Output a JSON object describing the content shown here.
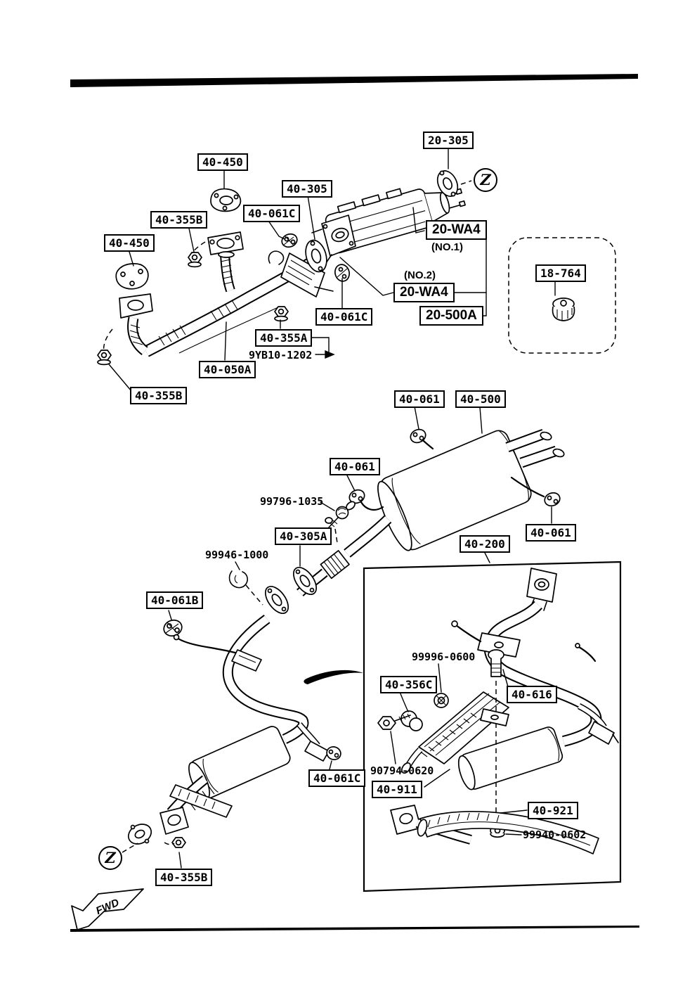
{
  "document": {
    "type": "exhaust-system-parts-diagram",
    "background_color": "#ffffff",
    "ink_color": "#000000"
  },
  "labels": {
    "l40450_top": "40-450",
    "l20305": "20-305",
    "l40305": "40-305",
    "l40061c_top": "40-061C",
    "l40355b_top": "40-355B",
    "l20wa4_no1": "20-WA4",
    "no1": "(NO.1)",
    "l40450_left": "40-450",
    "no2": "(NO.2)",
    "l20wa4_no2": "20-WA4",
    "l20500a": "20-500A",
    "l18764": "18-764",
    "l40061c_mid": "40-061C",
    "l40355a": "40-355A",
    "l9yb10": "9YB10-1202",
    "l40050a": "40-050A",
    "l40355b_left": "40-355B",
    "l40061_top": "40-061",
    "l40500": "40-500",
    "l40061_left": "40-061",
    "l99796": "99796-1035",
    "l40305a": "40-305A",
    "l40061_right": "40-061",
    "l40200": "40-200",
    "l99946": "99946-1000",
    "l40061b": "40-061B",
    "l99996": "99996-0600",
    "l40356c": "40-356C",
    "l40616": "40-616",
    "l90794": "90794-0620",
    "l40911": "40-911",
    "l40921": "40-921",
    "l99940": "99940-0602",
    "l40061c_bot": "40-061C",
    "l40355b_bot": "40-355B",
    "zone_z": "Z",
    "fwd": "FWD"
  }
}
